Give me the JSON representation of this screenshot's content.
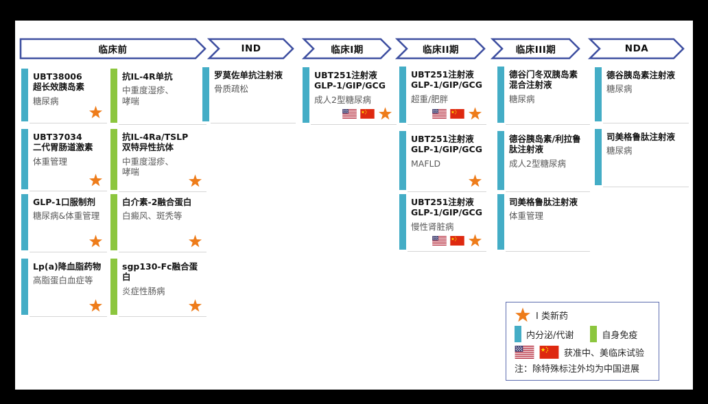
{
  "stages": [
    {
      "label": "临床前"
    },
    {
      "label": "IND"
    },
    {
      "label": "临床I期"
    },
    {
      "label": "临床II期"
    },
    {
      "label": "临床III期"
    },
    {
      "label": "NDA"
    }
  ],
  "columns": [
    {
      "name": "preclinical-endocrine",
      "stage": "临床前",
      "category": "endocrine",
      "cards": [
        {
          "title": "UBT38006\n超长效胰岛素",
          "indication": "糖尿病",
          "star": true,
          "flags": false
        },
        {
          "title": "UBT37034\n二代胃肠道激素",
          "indication": "体重管理",
          "star": true,
          "flags": false
        },
        {
          "title": "GLP-1口服制剂",
          "indication": "糖尿病&体重管理",
          "star": true,
          "flags": false
        },
        {
          "title": "Lp(a)降血脂药物",
          "indication": "高脂蛋白血症等",
          "star": true,
          "flags": false
        }
      ]
    },
    {
      "name": "preclinical-autoimmune",
      "stage": "临床前",
      "category": "autoimmune",
      "cards": [
        {
          "title": "抗IL-4R单抗",
          "indication": "中重度湿疹、\n哮喘",
          "star": false,
          "flags": false
        },
        {
          "title": "抗IL-4Ra/TSLP\n双特异性抗体",
          "indication": "中重度湿疹、\n哮喘",
          "star": true,
          "flags": false
        },
        {
          "title": "白介素-2融合蛋白",
          "indication": "白癜风、斑秃等",
          "star": true,
          "flags": false
        },
        {
          "title": "sgp130-Fc融合蛋白",
          "indication": "炎症性肠病",
          "star": true,
          "flags": false
        }
      ]
    },
    {
      "name": "ind",
      "stage": "IND",
      "category": "endocrine",
      "cards": [
        {
          "title": "罗莫佐单抗注射液",
          "indication": "骨质疏松",
          "star": false,
          "flags": false
        }
      ]
    },
    {
      "name": "phase1",
      "stage": "临床I期",
      "category": "endocrine",
      "cards": [
        {
          "title": "UBT251注射液\nGLP-1/GIP/GCG",
          "indication": "成人2型糖尿病",
          "star": true,
          "flags": true
        }
      ]
    },
    {
      "name": "phase2",
      "stage": "临床II期",
      "category": "endocrine",
      "cards": [
        {
          "title": "UBT251注射液\nGLP-1/GIP/GCG",
          "indication": "超重/肥胖",
          "star": true,
          "flags": true
        },
        {
          "title": "UBT251注射液\nGLP-1/GIP/GCG",
          "indication": "MAFLD",
          "star": true,
          "flags": false
        },
        {
          "title": "UBT251注射液\nGLP-1/GIP/GCG",
          "indication": "慢性肾脏病",
          "star": true,
          "flags": true
        }
      ]
    },
    {
      "name": "phase3",
      "stage": "临床III期",
      "category": "endocrine",
      "cards": [
        {
          "title": "德谷门冬双胰岛素\n混合注射液",
          "indication": "糖尿病",
          "star": false,
          "flags": false
        },
        {
          "title": "德谷胰岛素/利拉鲁\n肽注射液",
          "indication": "成人2型糖尿病",
          "star": false,
          "flags": false
        },
        {
          "title": "司美格鲁肽注射液",
          "indication": "体重管理",
          "star": false,
          "flags": false
        }
      ]
    },
    {
      "name": "nda",
      "stage": "NDA",
      "category": "endocrine",
      "cards": [
        {
          "title": "德谷胰岛素注射液",
          "indication": "糖尿病",
          "star": false,
          "flags": false
        },
        {
          "title": "司美格鲁肽注射液",
          "indication": "糖尿病",
          "star": false,
          "flags": false
        }
      ]
    }
  ],
  "legend": {
    "star_label": "I 类新药",
    "endocrine_label": "内分泌/代谢",
    "autoimmune_label": "自身免疫",
    "flags_label": "获准中、美临床试验",
    "note": "注：除特殊标注外均为中国进展"
  },
  "icons": {
    "class1_star": "star-icon",
    "us_flag": "us-flag-icon",
    "cn_flag": "cn-flag-icon"
  },
  "colors": {
    "endocrine": "#44adc6",
    "autoimmune": "#8cc63e",
    "star": "#ee7c1a",
    "arrow_border": "#3e4fa0",
    "us_blue": "#3c3b6e",
    "us_red": "#b22234",
    "cn_red": "#de2910",
    "cn_yellow": "#ffde00"
  }
}
